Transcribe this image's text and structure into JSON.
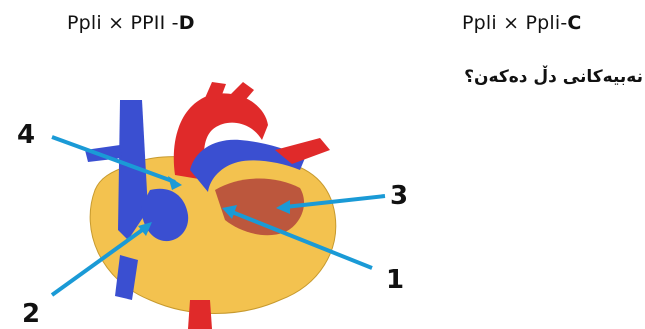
{
  "options": {
    "d": {
      "letter": "D",
      "text": "Ppli × PPII -"
    },
    "c": {
      "letter": "C",
      "text": "Ppli  ×  Ppli-"
    }
  },
  "question": "نەبیەکانی دڵ دەکەن؟",
  "labels": [
    "4",
    "3",
    "2",
    "1"
  ],
  "colors": {
    "arrow": "#1a9ad6",
    "fat": "#f3c24f",
    "artery": "#e02a2a",
    "vein": "#3a4fd1"
  }
}
